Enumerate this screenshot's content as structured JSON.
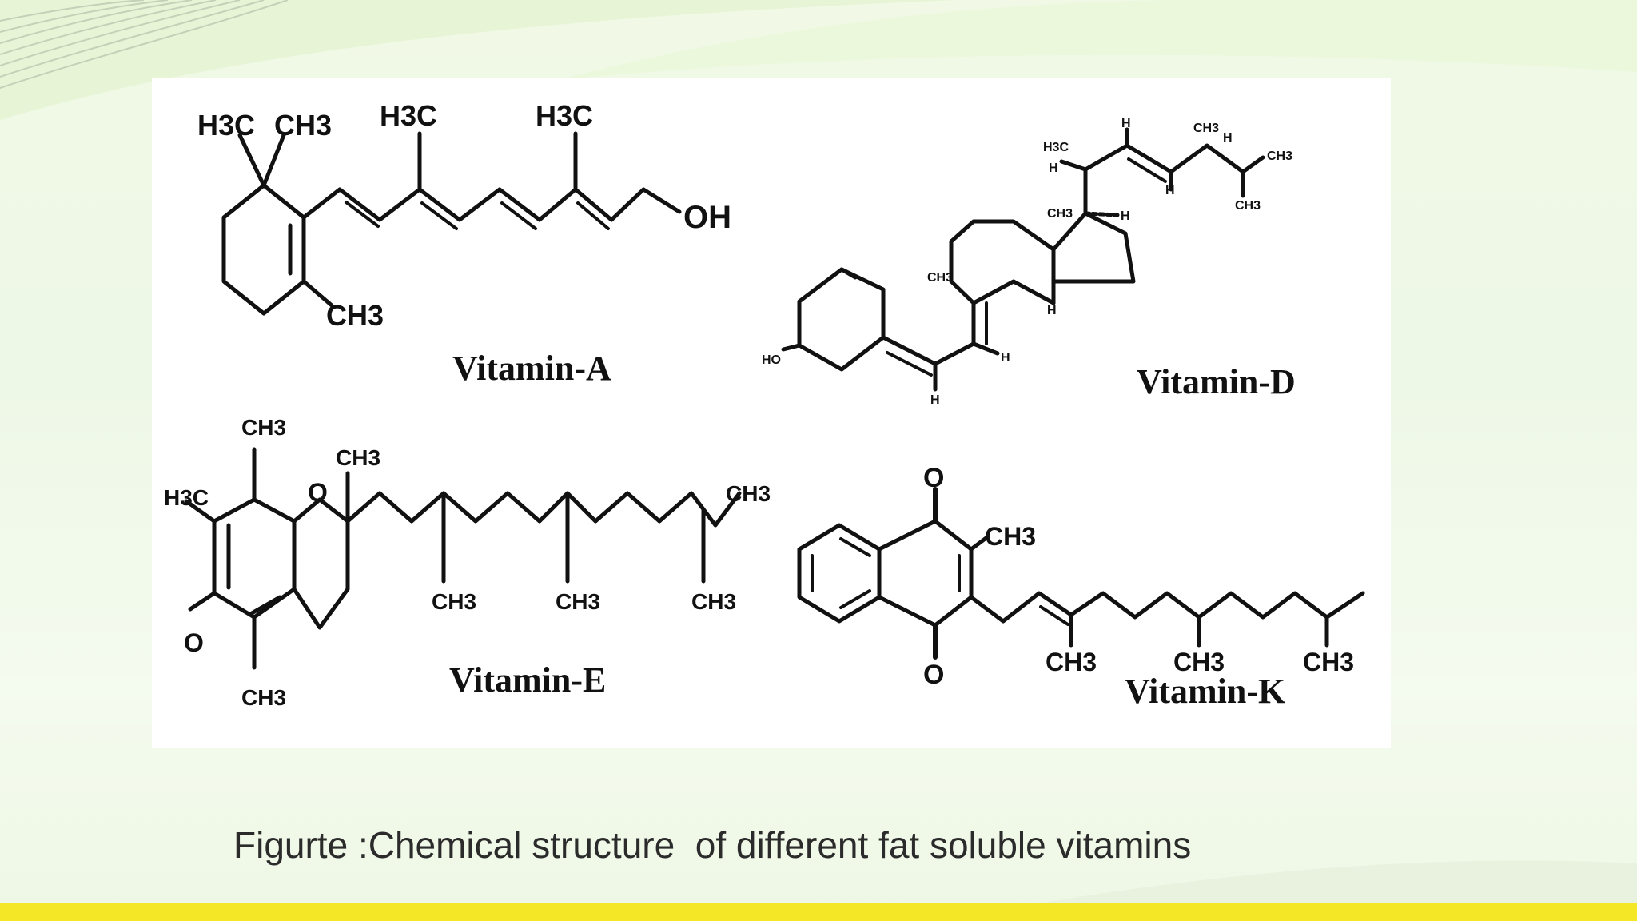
{
  "caption": "Figurte :Chemical structure  of different fat soluble vitamins",
  "structures": {
    "vitamin_a": {
      "name": "Vitamin-A",
      "atoms": {
        "h3c_1": "H3C",
        "ch3_1": "CH3",
        "h3c_2": "H3C",
        "h3c_3": "H3C",
        "oh": "OH",
        "ch3_2": "CH3"
      }
    },
    "vitamin_d": {
      "name": "Vitamin-D",
      "atoms": {
        "h3c": "H3C",
        "h_a": "H",
        "h_b": "H",
        "ch3_top": "CH3",
        "h_c": "H",
        "ch3_end": "CH3",
        "ch3_end2": "CH3",
        "ch3_ring": "CH3",
        "h_d": "H",
        "h_e": "H",
        "ch3_left": "CH3",
        "h_f": "H",
        "ho": "HO",
        "h_g": "H",
        "h_h": "H"
      }
    },
    "vitamin_e": {
      "name": "Vitamin-E",
      "atoms": {
        "ch3_top": "CH3",
        "h3c": "H3C",
        "o_ring": "O",
        "ch3_q": "CH3",
        "ch3_end": "CH3",
        "o_left": "O",
        "ch3_bot": "CH3",
        "ch3_b1": "CH3",
        "ch3_b2": "CH3",
        "ch3_b3": "CH3"
      }
    },
    "vitamin_k": {
      "name": "Vitamin-K",
      "atoms": {
        "o_top": "O",
        "ch3_ring": "CH3",
        "o_bot": "O",
        "ch3_b1": "CH3",
        "ch3_b2": "CH3",
        "ch3_b3": "CH3"
      }
    }
  },
  "colors": {
    "accent_bar": "#f4e726",
    "background": "#eef8e6",
    "panel": "#ffffff"
  }
}
